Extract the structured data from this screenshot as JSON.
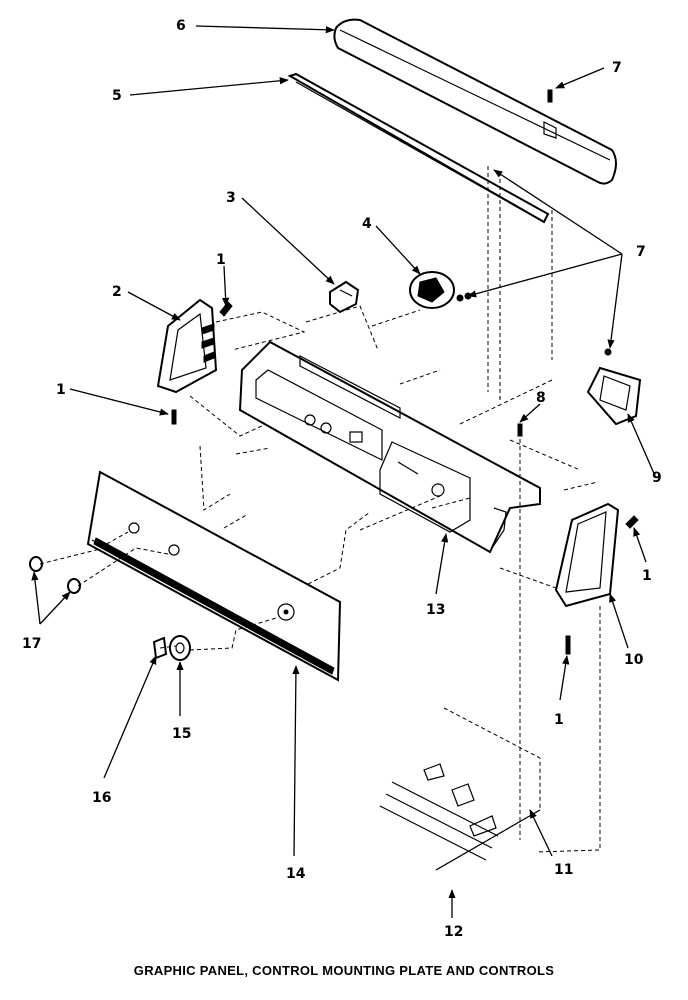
{
  "caption": "GRAPHIC PANEL, CONTROL MOUNTING PLATE AND CONTROLS",
  "callouts": {
    "c1a": "1",
    "c1b": "1",
    "c1c": "1",
    "c1d": "1",
    "c2": "2",
    "c3": "3",
    "c4": "4",
    "c5": "5",
    "c6": "6",
    "c7a": "7",
    "c7b": "7",
    "c8": "8",
    "c9": "9",
    "c10": "10",
    "c11": "11",
    "c12": "12",
    "c13": "13",
    "c14": "14",
    "c15": "15",
    "c16": "16",
    "c17": "17"
  }
}
